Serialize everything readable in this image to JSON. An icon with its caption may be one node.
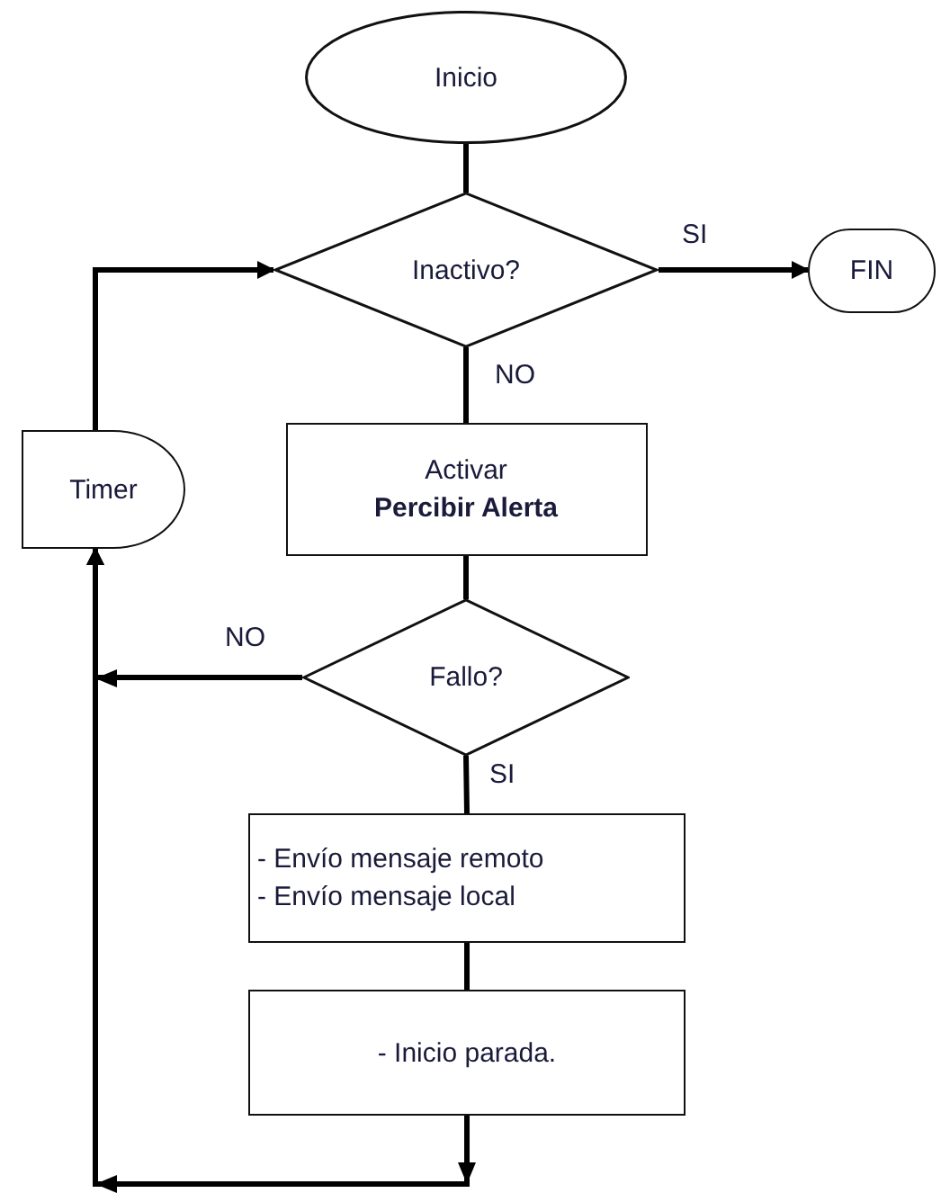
{
  "diagram": {
    "nodes": [
      {
        "text": [
          "Inicio"
        ]
      },
      {
        "text": [
          "Inactivo?"
        ]
      },
      {
        "text": [
          "FIN"
        ]
      },
      {
        "text": [
          "Timer"
        ]
      },
      {
        "text": [
          "Activar",
          "Percibir Alerta"
        ]
      },
      {
        "text": [
          "Fallo?"
        ]
      },
      {
        "text": [
          "- Envío mensaje remoto",
          "- Envío mensaje local"
        ]
      },
      {
        "text": [
          "- Inicio parada."
        ]
      }
    ],
    "edges": [
      {
        "from": 0,
        "to": 1,
        "arrow": "none"
      },
      {
        "from": 1,
        "to": 2,
        "arrow": "to",
        "label": "SI"
      },
      {
        "from": 1,
        "to": 4,
        "arrow": "none",
        "label": "NO"
      },
      {
        "from": 3,
        "to": 1,
        "arrow": "to"
      },
      {
        "from": 4,
        "to": 5,
        "arrow": "none"
      },
      {
        "from": 5,
        "to": 3,
        "arrow": "to",
        "label": "NO"
      },
      {
        "from": 5,
        "to": 6,
        "arrow": "none",
        "label": "SI"
      },
      {
        "from": 6,
        "to": 7,
        "arrow": "none"
      },
      {
        "from": 7,
        "to": 3,
        "arrow": "to"
      }
    ]
  }
}
